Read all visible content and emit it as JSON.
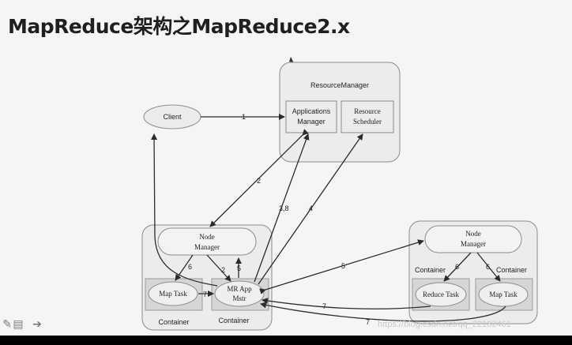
{
  "slide": {
    "title": "MapReduce架构之MapReduce2.x"
  },
  "diagram": {
    "resource_manager": {
      "label": "ResourceManager",
      "applications_manager": [
        "Applications",
        "Manager"
      ],
      "resource_scheduler": [
        "Resource",
        "Scheduler"
      ]
    },
    "client": "Client",
    "left_node": {
      "node_manager": [
        "Node",
        "Manager"
      ],
      "map_task": "Map Task",
      "mr_app_master": [
        "MR App",
        "Mstr"
      ],
      "container_left": "Container",
      "container_right": "Container"
    },
    "right_node": {
      "node_manager": [
        "Node",
        "Manager"
      ],
      "reduce_task": "Reduce Task",
      "map_task": "Map Task",
      "container_left": "Container",
      "container_right": "Container"
    },
    "arrow_labels": {
      "a1": "1",
      "a2_rm": "2",
      "a38": "3,8",
      "a4": "4",
      "a2_mr": "2",
      "a5_left": "5",
      "a6_left": "6",
      "a7_local": "7",
      "a5_right": "5",
      "a6_right_a": "6",
      "a6_right_b": "6",
      "a7_right_a": "7",
      "a7_right_b": "7"
    }
  },
  "watermark": "https://blog.csdn.net/qq_22182461",
  "colors": {
    "box_fill": "#ececea",
    "box_stroke": "#8c8c8c",
    "arrow": "#2b2b2b",
    "background": "#f5f5f3"
  },
  "toolbar": {
    "icons": [
      "pencil-icon",
      "notes-icon",
      "next-arrow-icon"
    ]
  }
}
